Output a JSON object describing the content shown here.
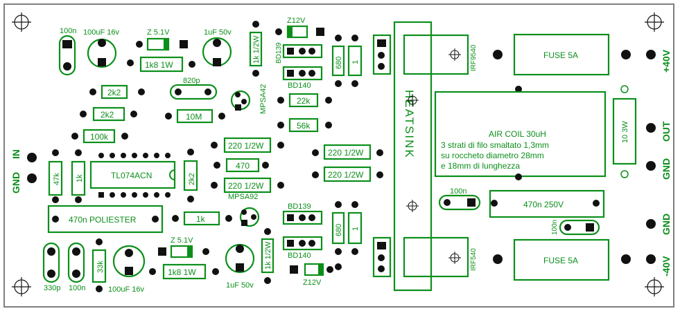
{
  "board": {
    "title": "HEATSINK"
  },
  "colors": {
    "silk": "#0b8f1a",
    "pad": "#111111",
    "board_edge": "#7f7f7f",
    "background": "#ffffff"
  },
  "labels": {
    "c100n_tl": "100n",
    "c100uf_t": "100uF 16v",
    "z51_t": "Z 5.1V",
    "c1uf_t": "1uF 50v",
    "z12_t": "Z12V",
    "bd139_t": "BD139",
    "bd140_t": "BD140",
    "r680_t": "680",
    "r1_t": "1",
    "irf9540": "IRF9540",
    "fuse_t": "FUSE 5A",
    "plus40": "+40V",
    "r1k8_t": "1k8 1W",
    "r1k_12w_t": "1k 1/2W",
    "r2k2_a": "2k2",
    "c820p": "820p",
    "r2k2_b": "2k2",
    "r10m": "10M",
    "mpsa42": "MPSA42",
    "r22k": "22k",
    "r56k": "56k",
    "r100k": "100k",
    "r220_a": "220 1/2W",
    "r220_c": "220 1/2W",
    "r470": "470",
    "r220_b": "220 1/2W",
    "r220_d": "220 1/2W",
    "aircoil_1": "AIR COIL 30uH",
    "aircoil_2": "3 strati di filo smaltato 1,3mm",
    "aircoil_3": "su roccheto diametro 28mm",
    "aircoil_4": "e 18mm di lunghezza",
    "r10_3w": "10 3W",
    "out": "OUT",
    "gnd_r": "GND",
    "in": "IN",
    "gnd_l": "GND",
    "r47k": "47k",
    "r1k_v": "1k",
    "tl074": "TL074ACN",
    "r2k2_v": "2k2",
    "mpsa92": "MPSA92",
    "c100n_m": "100n",
    "c470n250": "470n 250V",
    "c470n_pol": "470n POLIESTER",
    "r1k_h": "1k",
    "c100n_vert": "100n",
    "gnd_r2": "GND",
    "minus40": "-40V",
    "bd139_b": "BD139",
    "bd140_b": "BD140",
    "r680_b": "680",
    "r1_b": "1",
    "irf540": "IRF540",
    "fuse_b": "FUSE 5A",
    "c330p": "330p",
    "c100n_b": "100n",
    "r33k": "33k",
    "c100uf_b": "100uF 16v",
    "z51_b": "Z 5.1V",
    "r1k8_b": "1k8 1W",
    "c1uf_b": "1uF 50v",
    "r1k_12w_b": "1k 1/2W",
    "z12_b": "Z12V"
  }
}
